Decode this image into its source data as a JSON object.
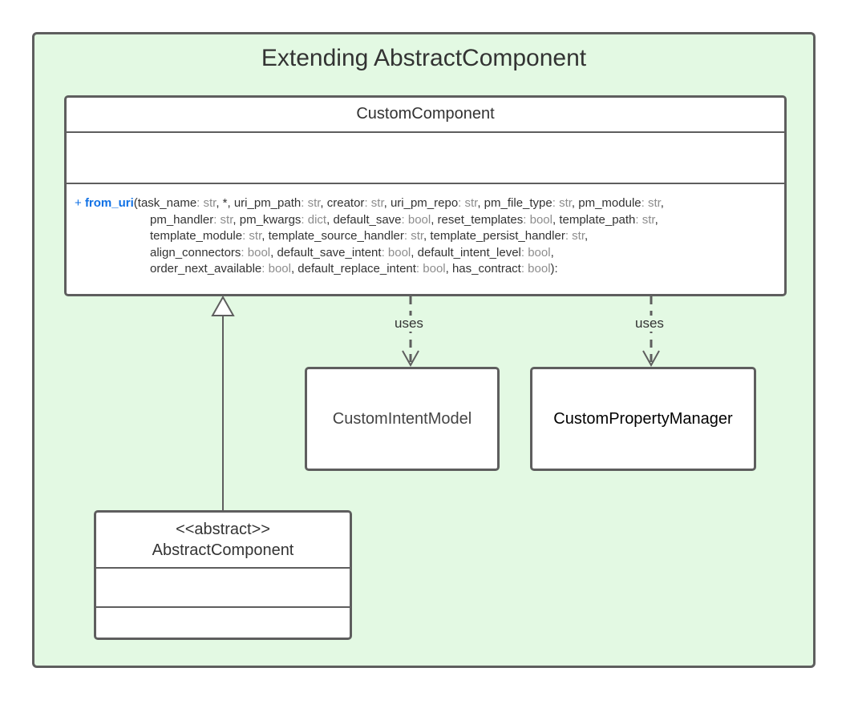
{
  "diagram": {
    "title": "Extending AbstractComponent"
  },
  "custom_component": {
    "name": "CustomComponent",
    "operation": {
      "visibility": "+",
      "name": "from_uri",
      "lines": [
        [
          {
            "t": "(",
            "k": "text"
          },
          {
            "t": "task_name",
            "k": "text"
          },
          {
            "t": ": str",
            "k": "type"
          },
          {
            "t": ", *, uri_pm_path",
            "k": "text"
          },
          {
            "t": ": str",
            "k": "type"
          },
          {
            "t": ", creator",
            "k": "text"
          },
          {
            "t": ": str",
            "k": "type"
          },
          {
            "t": ", uri_pm_repo",
            "k": "text"
          },
          {
            "t": ": str",
            "k": "type"
          },
          {
            "t": ", pm_file_type",
            "k": "text"
          },
          {
            "t": ": str",
            "k": "type"
          },
          {
            "t": ", pm_module",
            "k": "text"
          },
          {
            "t": ": str",
            "k": "type"
          },
          {
            "t": ",",
            "k": "text"
          }
        ],
        [
          {
            "t": "pm_handler",
            "k": "text"
          },
          {
            "t": ": str",
            "k": "type"
          },
          {
            "t": ", pm_kwargs",
            "k": "text"
          },
          {
            "t": ": dict",
            "k": "type"
          },
          {
            "t": ", default_save",
            "k": "text"
          },
          {
            "t": ": bool",
            "k": "type"
          },
          {
            "t": ", reset_templates",
            "k": "text"
          },
          {
            "t": ": bool",
            "k": "type"
          },
          {
            "t": ", template_path",
            "k": "text"
          },
          {
            "t": ": str",
            "k": "type"
          },
          {
            "t": ",",
            "k": "text"
          }
        ],
        [
          {
            "t": "template_module",
            "k": "text"
          },
          {
            "t": ": str",
            "k": "type"
          },
          {
            "t": ", template_source_handler",
            "k": "text"
          },
          {
            "t": ": str",
            "k": "type"
          },
          {
            "t": ", template_persist_handler",
            "k": "text"
          },
          {
            "t": ": str",
            "k": "type"
          },
          {
            "t": ",",
            "k": "text"
          }
        ],
        [
          {
            "t": "align_connectors",
            "k": "text"
          },
          {
            "t": ": bool",
            "k": "type"
          },
          {
            "t": ", default_save_intent",
            "k": "text"
          },
          {
            "t": ": bool",
            "k": "type"
          },
          {
            "t": ", default_intent_level",
            "k": "text"
          },
          {
            "t": ": bool",
            "k": "type"
          },
          {
            "t": ",",
            "k": "text"
          }
        ],
        [
          {
            "t": "order_next_available",
            "k": "text"
          },
          {
            "t": ": bool",
            "k": "type"
          },
          {
            "t": ", default_replace_intent",
            "k": "text"
          },
          {
            "t": ": bool",
            "k": "type"
          },
          {
            "t": ", has_contract",
            "k": "text"
          },
          {
            "t": ": bool",
            "k": "type"
          },
          {
            "t": "):",
            "k": "text"
          }
        ]
      ]
    }
  },
  "custom_intent_model": {
    "name": "CustomIntentModel"
  },
  "custom_property_manager": {
    "name": "CustomPropertyManager"
  },
  "abstract_component": {
    "stereotype": "<<abstract>>",
    "name": "AbstractComponent"
  },
  "relations": {
    "uses_intent_label": "uses",
    "uses_property_label": "uses"
  },
  "colors": {
    "frame_fill": "#e3f9e3",
    "stroke": "#5e5e5e",
    "operation": "#1071e5",
    "type": "#8d8d8d"
  }
}
